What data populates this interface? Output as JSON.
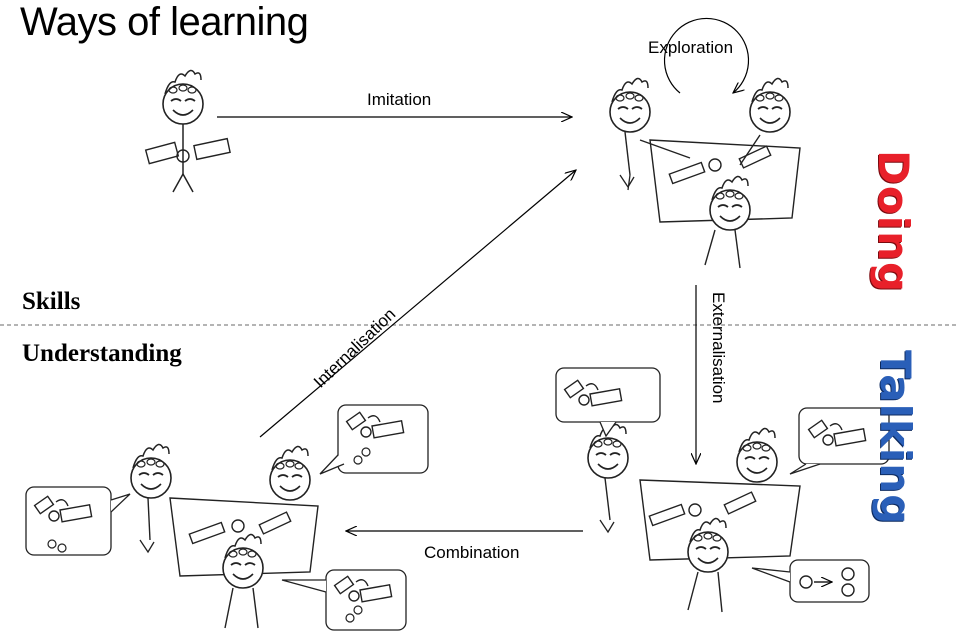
{
  "title": "Ways of learning",
  "labels": {
    "skills": "Skills",
    "understanding": "Understanding",
    "imitation": "Imitation",
    "exploration": "Exploration",
    "externalisation": "Externalisation",
    "internalisation": "Internalisation",
    "combination": "Combination",
    "doing": "Doing",
    "talking": "Talking"
  },
  "colors": {
    "doing": "#e8202a",
    "talking": "#2a5fb8",
    "outline": "#8a8a8a"
  }
}
